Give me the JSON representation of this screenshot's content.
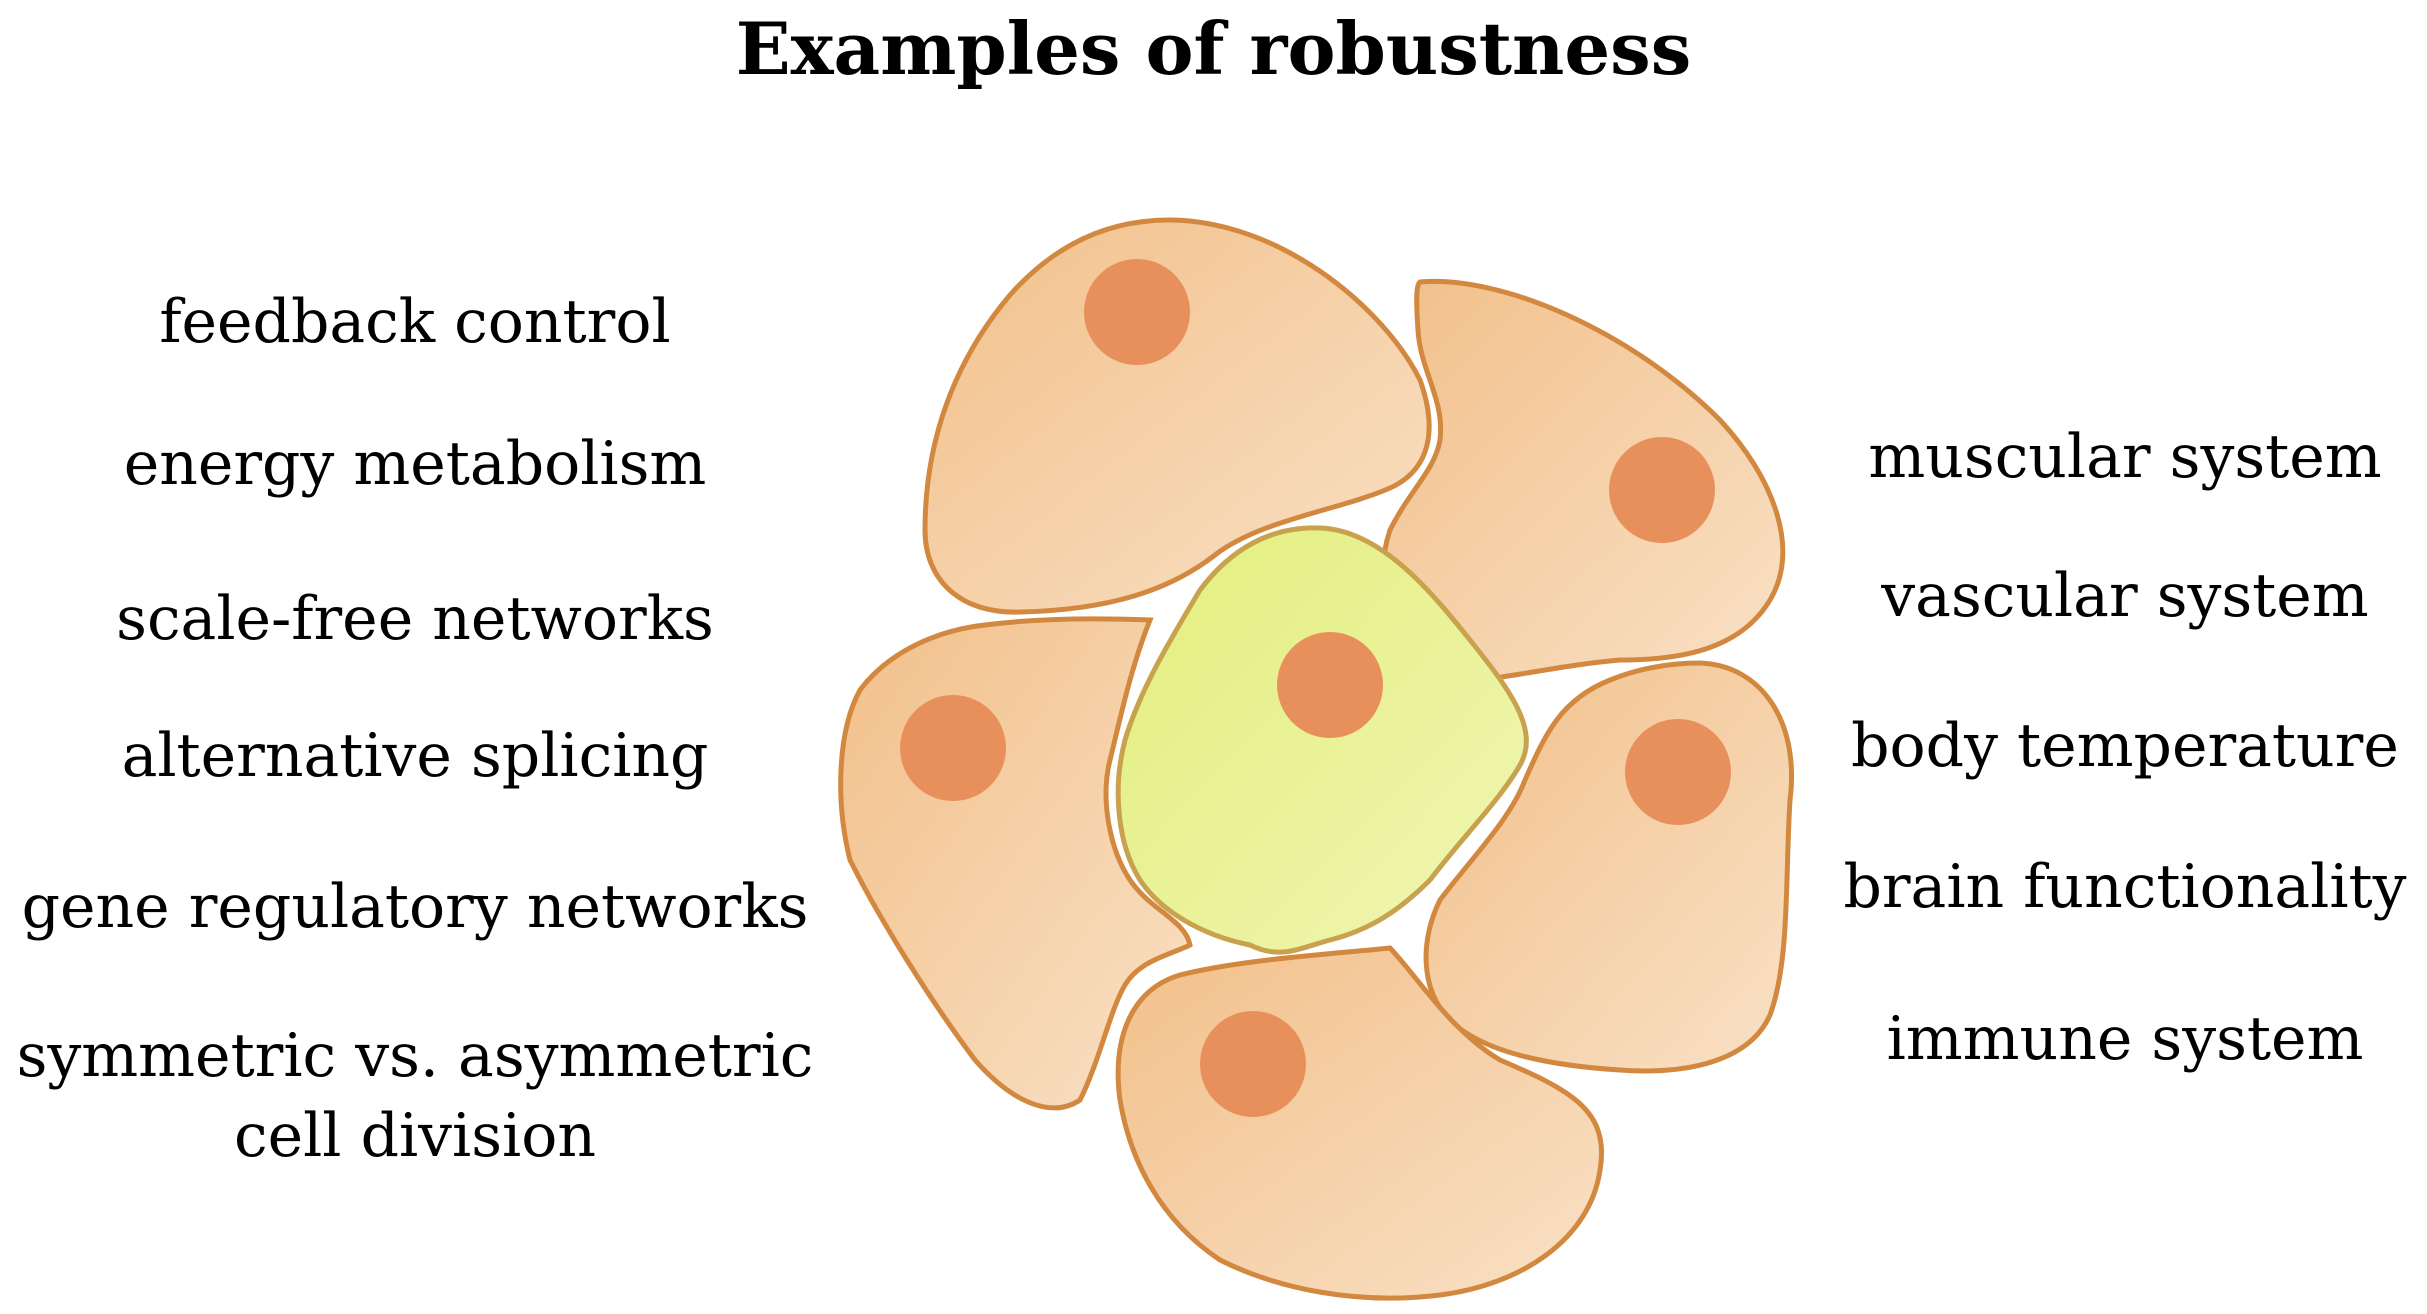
{
  "title": "Examples of robustness",
  "left_examples": [
    "feedback control",
    "energy metabolism",
    "scale-free networks",
    "alternative splicing",
    "gene regulatory networks",
    "symmetric vs. asymmetric",
    "cell division"
  ],
  "right_examples": [
    "muscular system",
    "vascular system",
    "body temperature",
    "brain functionality",
    "immune system"
  ],
  "colors": {
    "cell_fill": "#f2c08a",
    "cell_fill_light": "#f9e1c6",
    "cell_stroke": "#d3883f",
    "nucleus": "#e8905c",
    "center_cell_fill": "#e2ee7c",
    "center_cell_fill_light": "#f1f6b4",
    "center_cell_stroke": "#c9a24e"
  }
}
